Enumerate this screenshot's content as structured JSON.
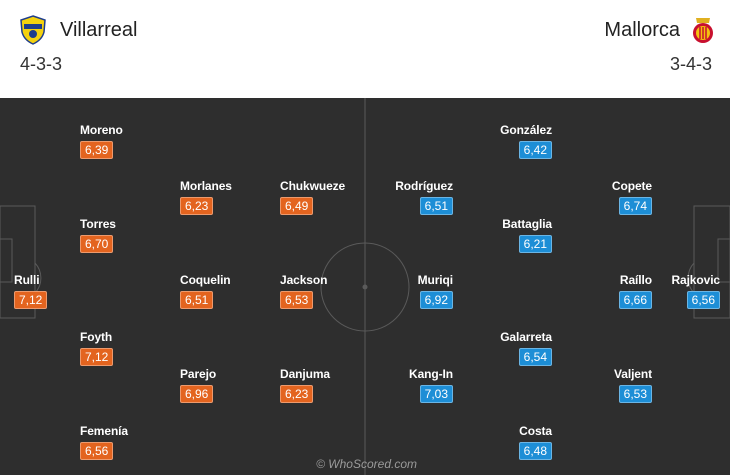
{
  "home": {
    "name": "Villarreal",
    "formation": "4-3-3",
    "crest_icon": "villarreal-crest-icon",
    "rating_color": "#e3641f",
    "players": [
      {
        "name": "Moreno",
        "rating": "6,39"
      },
      {
        "name": "Torres",
        "rating": "6,70"
      },
      {
        "name": "Rulli",
        "rating": "7,12"
      },
      {
        "name": "Foyth",
        "rating": "7,12"
      },
      {
        "name": "Femenía",
        "rating": "6,56"
      },
      {
        "name": "Morlanes",
        "rating": "6,23"
      },
      {
        "name": "Coquelin",
        "rating": "6,51"
      },
      {
        "name": "Parejo",
        "rating": "6,96"
      },
      {
        "name": "Chukwueze",
        "rating": "6,49"
      },
      {
        "name": "Jackson",
        "rating": "6,53"
      },
      {
        "name": "Danjuma",
        "rating": "6,23"
      }
    ]
  },
  "away": {
    "name": "Mallorca",
    "formation": "3-4-3",
    "crest_icon": "mallorca-crest-icon",
    "rating_color": "#1d8ed6",
    "players": [
      {
        "name": "González",
        "rating": "6,42"
      },
      {
        "name": "Rodríguez",
        "rating": "6,51"
      },
      {
        "name": "Battaglia",
        "rating": "6,21"
      },
      {
        "name": "Muriqi",
        "rating": "6,92"
      },
      {
        "name": "Galarreta",
        "rating": "6,54"
      },
      {
        "name": "Kang-In",
        "rating": "7,03"
      },
      {
        "name": "Costa",
        "rating": "6,48"
      },
      {
        "name": "Copete",
        "rating": "6,74"
      },
      {
        "name": "Raíllo",
        "rating": "6,66"
      },
      {
        "name": "Valjent",
        "rating": "6,53"
      },
      {
        "name": "Rajkovic",
        "rating": "6,56"
      }
    ]
  },
  "watermark": "© WhoScored.com",
  "pitch_color": "#2e2e2e"
}
